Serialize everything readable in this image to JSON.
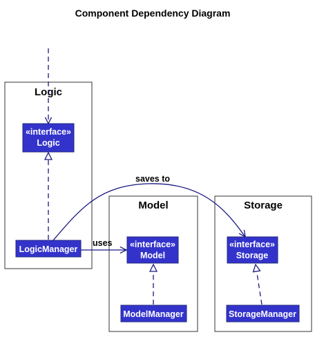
{
  "title": "Component Dependency Diagram",
  "colors": {
    "node_fill": "#3333cc",
    "node_text": "#ffffff",
    "edge": "#181880"
  },
  "packages": {
    "logic": "Logic",
    "model": "Model",
    "storage": "Storage"
  },
  "nodes": {
    "logic_interface": {
      "stereotype": "«interface»",
      "name": "Logic"
    },
    "logic_manager": {
      "name": "LogicManager"
    },
    "model_interface": {
      "stereotype": "«interface»",
      "name": "Model"
    },
    "model_manager": {
      "name": "ModelManager"
    },
    "storage_interface": {
      "stereotype": "«interface»",
      "name": "Storage"
    },
    "storage_manager": {
      "name": "StorageManager"
    }
  },
  "edges": {
    "uses": "uses",
    "saves_to": "saves to"
  }
}
